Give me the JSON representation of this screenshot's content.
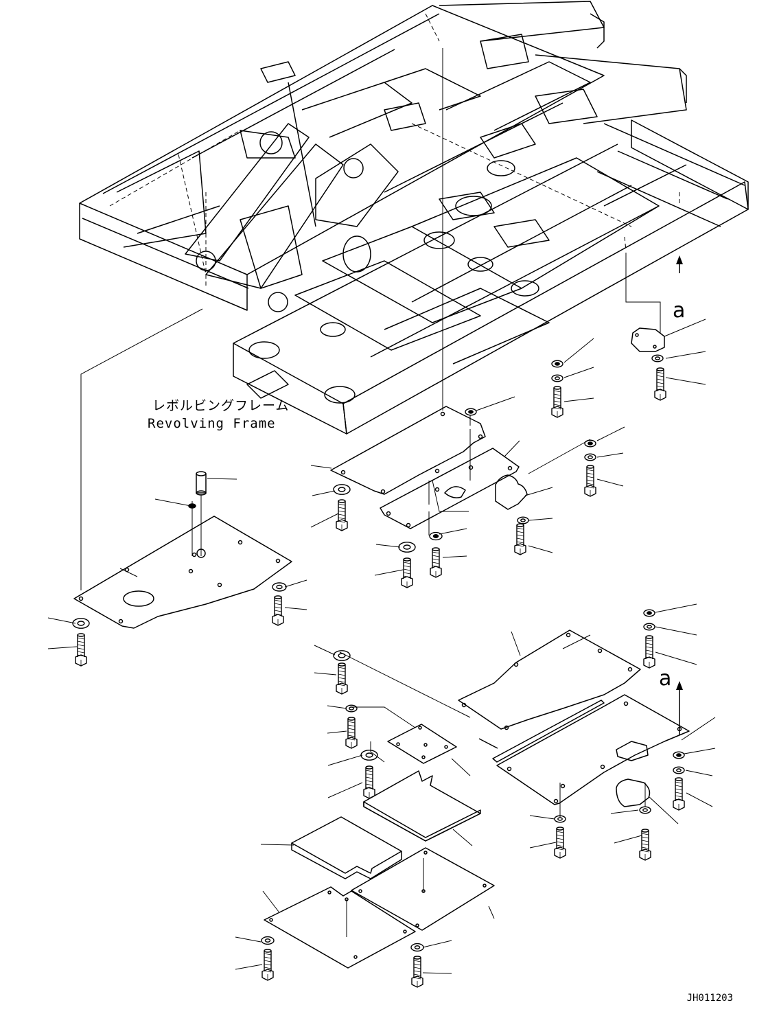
{
  "labels": {
    "frame_name_jp": "レボルビングフレーム",
    "frame_name_en": "Revolving Frame",
    "view_arrow_top": "a",
    "view_arrow_bottom": "a",
    "drawing_number": "JH011203"
  }
}
